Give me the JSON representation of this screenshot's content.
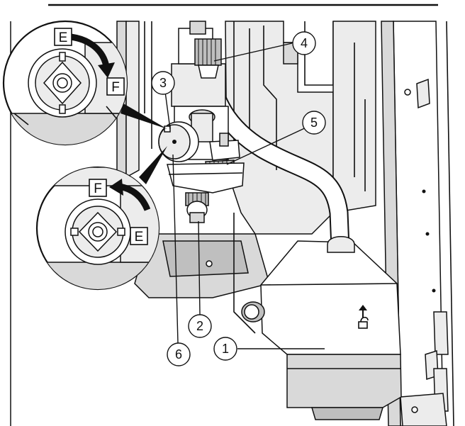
{
  "colors": {
    "background": "#ffffff",
    "line": "#111111",
    "part_fill": "#ffffff",
    "shade_dark": "#bfbfbf",
    "shade_mid": "#d9d9d9",
    "shade_light": "#ececec"
  },
  "callouts": [
    {
      "number": "1"
    },
    {
      "number": "2"
    },
    {
      "number": "3"
    },
    {
      "number": "4"
    },
    {
      "number": "5"
    },
    {
      "number": "6"
    }
  ],
  "detail_top": {
    "label_start": "E",
    "label_end": "F",
    "arrow_icon": "arrow-clockwise-icon"
  },
  "detail_bottom": {
    "label_start": "F",
    "label_end": "E",
    "arrow_icon": "arrow-counterclockwise-icon"
  },
  "tank_symbol": "arrow-up-open-lock-icon"
}
